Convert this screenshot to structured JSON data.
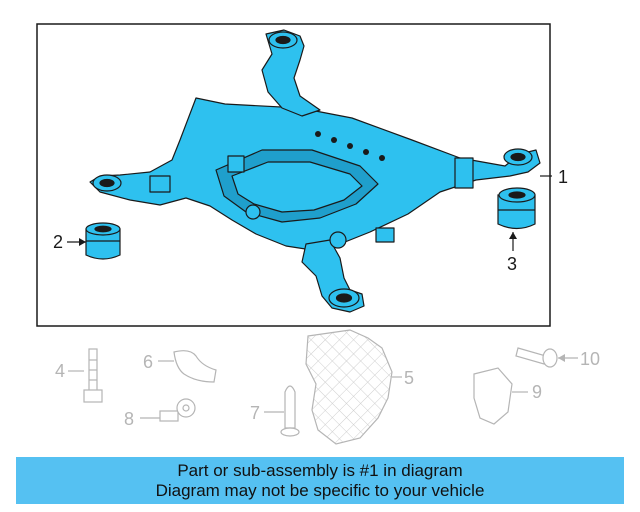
{
  "colors": {
    "highlight": "#2ec1ef",
    "outline": "#1a1a1a",
    "faded": "#b5b5b5",
    "banner": "#55c1f2"
  },
  "callouts": {
    "c1": "1",
    "c2": "2",
    "c3": "3",
    "c4": "4",
    "c5": "5",
    "c6": "6",
    "c7": "7",
    "c8": "8",
    "c9": "9",
    "c10": "10"
  },
  "parts": {
    "highlighted": [
      "subframe",
      "bushing-2",
      "bushing-3"
    ],
    "faded": [
      "bolt-4",
      "bracket-5",
      "insulator-6",
      "clip-7",
      "clip-8",
      "bracket-9",
      "screw-10"
    ]
  },
  "banner": {
    "line1": "Part or sub-assembly is #1 in diagram",
    "line2": "Diagram may not be specific to your vehicle"
  }
}
